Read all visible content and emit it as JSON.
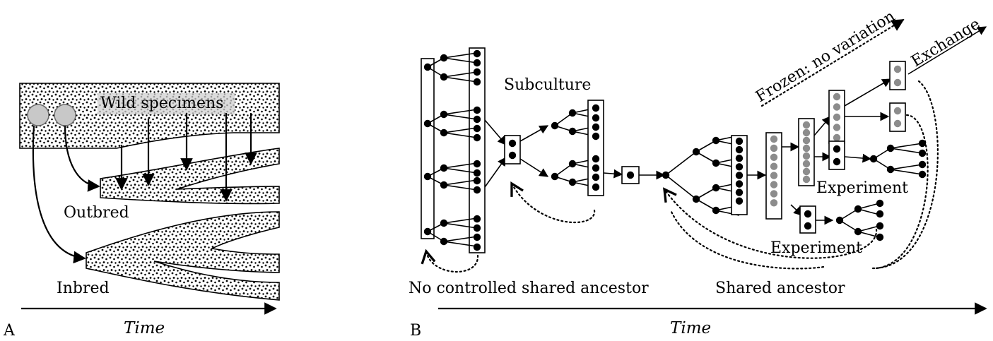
{
  "panel_a": {
    "letter": "A",
    "wild_label": "Wild specimens",
    "outbred_label": "Outbred",
    "inbred_label": "Inbred",
    "time_label": "Time"
  },
  "panel_b": {
    "letter": "B",
    "subculture_label": "Subculture",
    "no_ancestor_label": "No controlled shared ancestor",
    "shared_ancestor_label": "Shared ancestor",
    "experiment_label_1": "Experiment",
    "experiment_label_2": "Experiment",
    "frozen_label": "Frozen: no variation",
    "exchange_label": "Exchange",
    "time_label": "Time"
  },
  "colors": {
    "ink": "#000000",
    "frozen_dot": "#8c8c8c",
    "wild_circle": "#c8c8c8",
    "background": "#ffffff"
  }
}
